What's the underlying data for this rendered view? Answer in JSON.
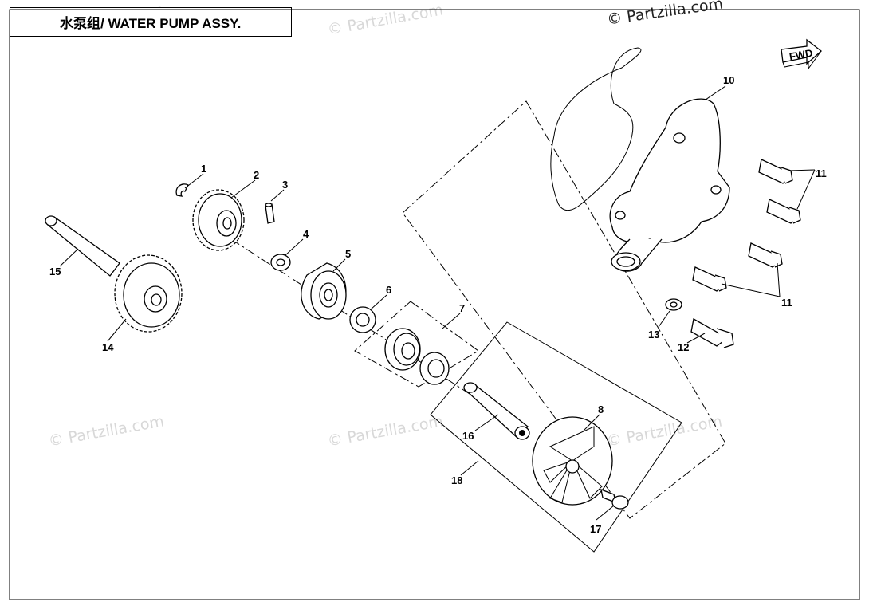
{
  "title": "水泵组/ WATER PUMP ASSY.",
  "copyright": "© Partzilla.com",
  "watermark": "© Partzilla.com",
  "fwd_label": "FWD",
  "callouts": [
    "1",
    "2",
    "3",
    "4",
    "5",
    "6",
    "7",
    "8",
    "10",
    "11",
    "11",
    "12",
    "13",
    "14",
    "15",
    "16",
    "17",
    "18"
  ]
}
